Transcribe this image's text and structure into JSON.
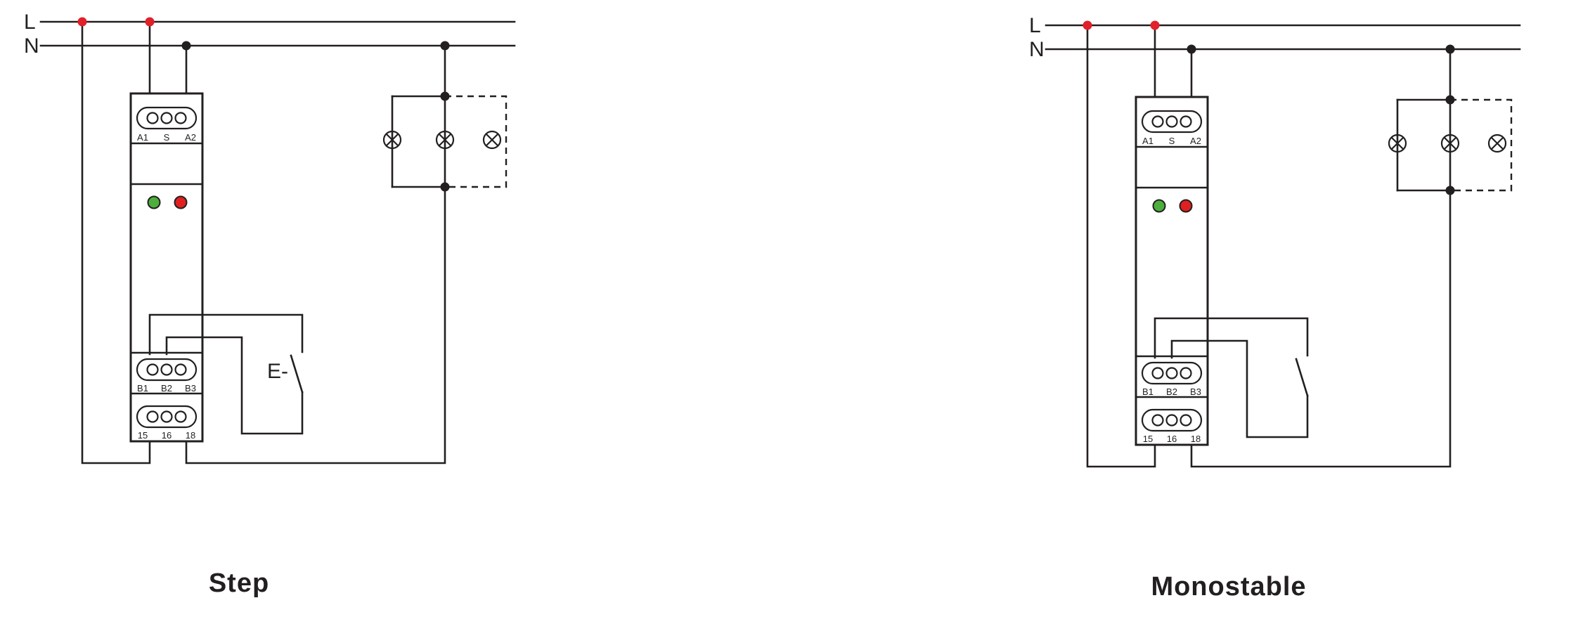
{
  "colors": {
    "wire": "#231f20",
    "junction_live": "#e0202a",
    "junction_neutral": "#231f20",
    "led_green": "#4caf3c",
    "led_red": "#e02020"
  },
  "line_labels": {
    "live": "L",
    "neutral": "N"
  },
  "terminal_labels": {
    "top": [
      "A1",
      "S",
      "A2"
    ],
    "mid": [
      "B1",
      "B2",
      "B3"
    ],
    "bottom": [
      "15",
      "16",
      "18"
    ]
  },
  "icons": {
    "lamp": "lamp-cross-icon",
    "switch": "pushbutton-switch-icon",
    "led": "indicator-led-icon"
  },
  "diagrams": [
    {
      "caption": "Step",
      "switch_label": "E-"
    },
    {
      "caption": "Monostable",
      "switch_label": ""
    }
  ]
}
